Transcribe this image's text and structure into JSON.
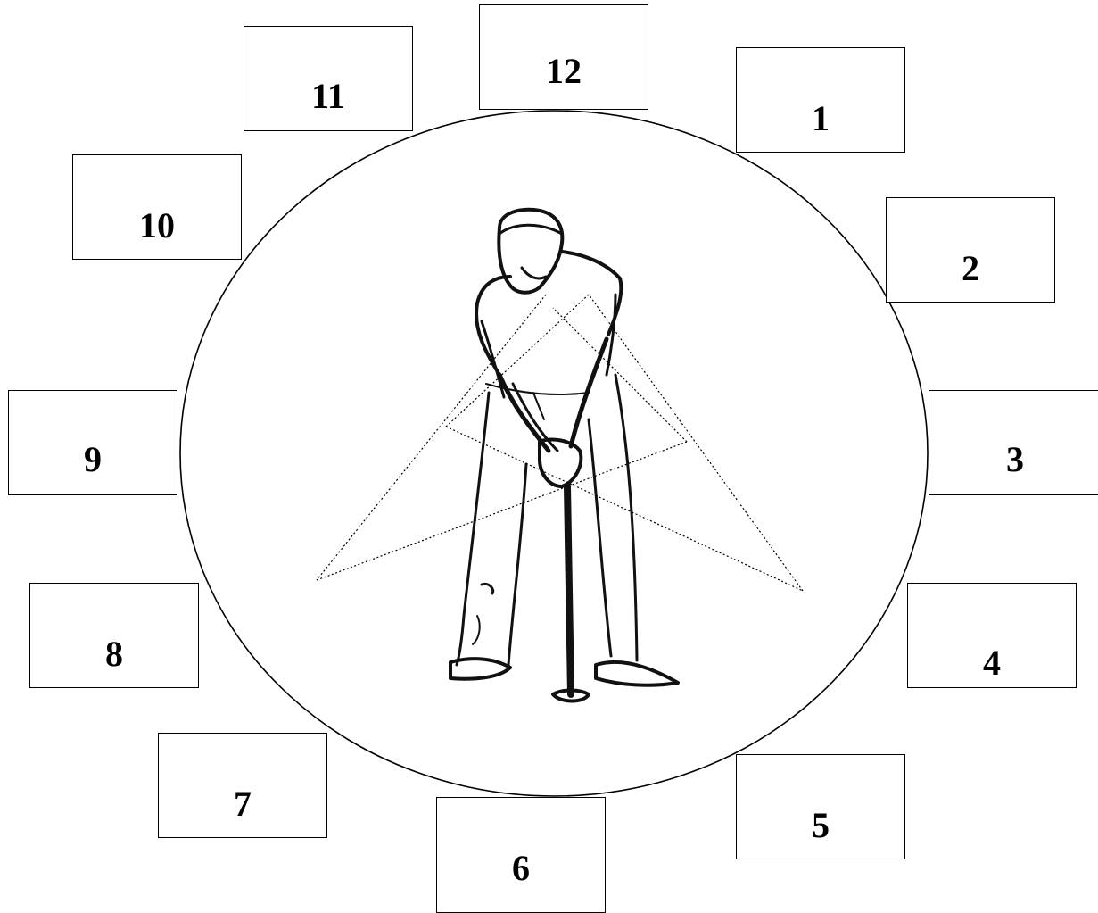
{
  "clock": {
    "positions": [
      {
        "id": "b12",
        "label": "12"
      },
      {
        "id": "b1",
        "label": "1"
      },
      {
        "id": "b2",
        "label": "2"
      },
      {
        "id": "b3",
        "label": "3"
      },
      {
        "id": "b4",
        "label": "4"
      },
      {
        "id": "b5",
        "label": "5"
      },
      {
        "id": "b6",
        "label": "6"
      },
      {
        "id": "b7",
        "label": "7"
      },
      {
        "id": "b8",
        "label": "8"
      },
      {
        "id": "b9",
        "label": "9"
      },
      {
        "id": "b10",
        "label": "10"
      },
      {
        "id": "b11",
        "label": "11"
      }
    ]
  },
  "illustration": {
    "icon": "golfer-putting-icon",
    "line_color": "#000000"
  }
}
